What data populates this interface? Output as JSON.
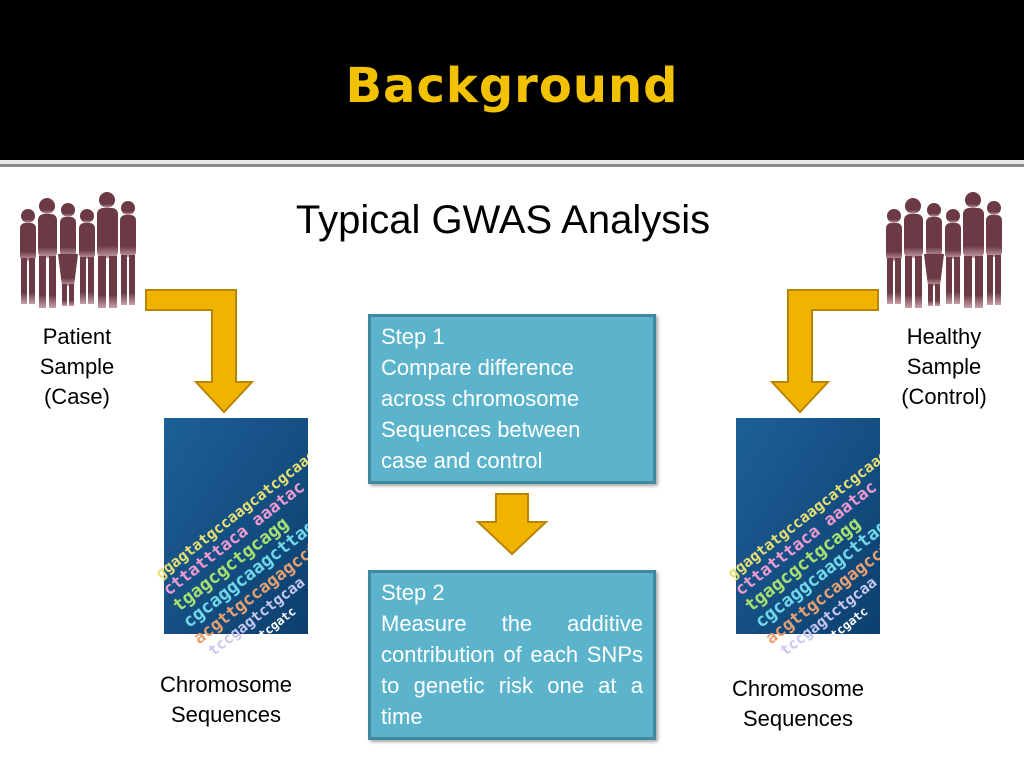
{
  "slide": {
    "title": "Background",
    "subtitle": "Typical GWAS Analysis"
  },
  "case": {
    "label_lines": [
      "Patient",
      "Sample",
      "(Case)"
    ],
    "sequences_lines": [
      "Chromosome",
      "Sequences"
    ]
  },
  "control": {
    "label_lines": [
      "Healthy",
      "Sample",
      "(Control)"
    ],
    "sequences_lines": [
      "Chromosome",
      "Sequences"
    ]
  },
  "steps": [
    {
      "heading": "Step 1",
      "lines": [
        "Compare difference",
        "across chromosome",
        "Sequences between",
        "case and control"
      ]
    },
    {
      "heading": "Step 2",
      "text": "Measure the additive contribution of each SNPs to genetic risk one at a time"
    }
  ],
  "colors": {
    "title": "#f2c200",
    "arrow": "#f0b400",
    "box": "#5bb4cc",
    "silhouette": "#6b3a45"
  },
  "icons": [
    "people-silhouette-icon",
    "bent-arrow-down-icon",
    "down-arrow-icon",
    "dna-sequence-image"
  ]
}
